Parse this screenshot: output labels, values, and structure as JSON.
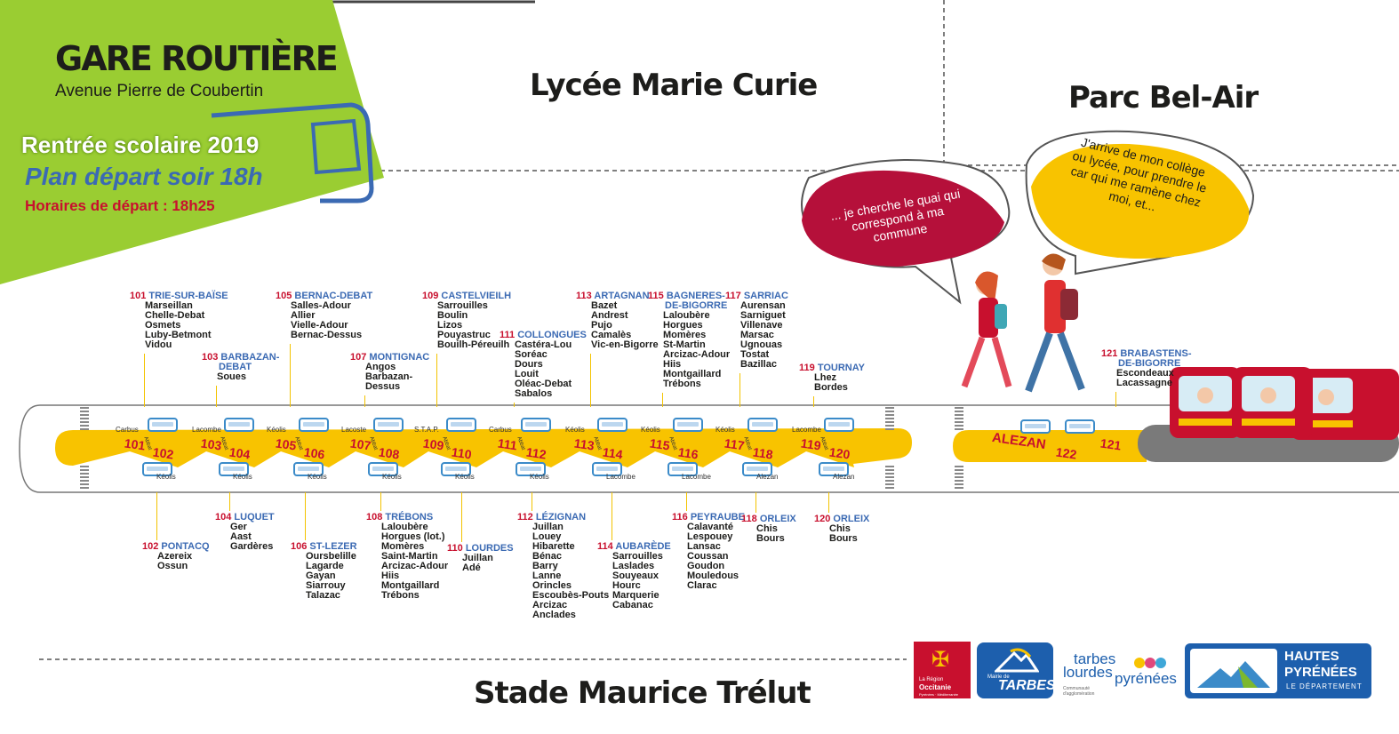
{
  "header": {
    "title": "GARE ROUTIÈRE",
    "subtitle": "Avenue Pierre de Coubertin",
    "rentree": "Rentrée scolaire 2019",
    "plan": "Plan départ soir 18h",
    "horaires": "Horaires de départ : 18h25"
  },
  "places": {
    "lycee": "Lycée Marie Curie",
    "parc": "Parc Bel-Air",
    "stade": "Stade Maurice Trélut",
    "alezan": "ALEZAN"
  },
  "bubbles": {
    "red": "... je cherche le quai qui correspond à ma commune",
    "yellow": "J'arrive de mon collège ou lycée, pour prendre le car qui me ramène chez moi, et..."
  },
  "top_routes": [
    {
      "num": "101",
      "name": "TRIE-SUR-BAÏSE",
      "stops": [
        "Marseillan",
        "Chelle-Debat",
        "Osmets",
        "Luby-Betmont",
        "Vidou"
      ]
    },
    {
      "num": "103",
      "name": "BARBAZAN-",
      "name2": "DEBAT",
      "stops": [
        "Soues"
      ]
    },
    {
      "num": "105",
      "name": "BERNAC-DEBAT",
      "stops": [
        "Salles-Adour",
        "Allier",
        "Vielle-Adour",
        "Bernac-Dessus"
      ]
    },
    {
      "num": "107",
      "name": "MONTIGNAC",
      "stops": [
        "Angos",
        "Barbazan-",
        "Dessus"
      ]
    },
    {
      "num": "109",
      "name": "CASTELVIEILH",
      "stops": [
        "Sarrouilles",
        "Boulin",
        "Lizos",
        "Pouyastruc",
        "Bouilh-Péreuilh"
      ]
    },
    {
      "num": "111",
      "name": "COLLONGUES",
      "stops": [
        "Castéra-Lou",
        "Soréac",
        "Dours",
        "Louit",
        "Oléac-Debat",
        "Sabalos"
      ]
    },
    {
      "num": "113",
      "name": "ARTAGNAN",
      "stops": [
        "Bazet",
        "Andrest",
        "Pujo",
        "Camalès",
        "Vic-en-Bigorre"
      ]
    },
    {
      "num": "115",
      "name": "BAGNERES-",
      "name2": "DE-BIGORRE",
      "stops": [
        "Laloubère",
        "Horgues",
        "Momères",
        "St-Martin",
        "Arcizac-Adour",
        "Hiis",
        "Montgaillard",
        "Trébons"
      ]
    },
    {
      "num": "117",
      "name": "SARRIAC",
      "stops": [
        "Aurensan",
        "Sarniguet",
        "Villenave",
        "Marsac",
        "Ugnouas",
        "Tostat",
        "Bazillac"
      ]
    },
    {
      "num": "119",
      "name": "TOURNAY",
      "stops": [
        "Lhez",
        "Bordes"
      ]
    },
    {
      "num": "121",
      "name": "BRABASTENS-",
      "name2": "DE-BIGORRE",
      "stops": [
        "Escondeaux",
        "Lacassagne"
      ]
    }
  ],
  "bottom_routes": [
    {
      "num": "102",
      "name": "PONTACQ",
      "stops": [
        "Azereix",
        "Ossun"
      ]
    },
    {
      "num": "104",
      "name": "LUQUET",
      "stops": [
        "Ger",
        "Aast",
        "Gardères"
      ]
    },
    {
      "num": "106",
      "name": "ST-LEZER",
      "stops": [
        "Oursbelille",
        "Lagarde",
        "Gayan",
        "Siarrouy",
        "Talazac"
      ]
    },
    {
      "num": "108",
      "name": "TRÉBONS",
      "stops": [
        "Laloubère",
        "Horgues (lot.)",
        "Momères",
        "Saint-Martin",
        "Arcizac-Adour",
        "Hiis",
        "Montgaillard",
        "Trébons"
      ]
    },
    {
      "num": "110",
      "name": "LOURDES",
      "stops": [
        "Juillan",
        "Adé"
      ]
    },
    {
      "num": "112",
      "name": "LÉZIGNAN",
      "stops": [
        "Juillan",
        "Louey",
        "Hibarette",
        "Bénac",
        "Barry",
        "Lanne",
        "Orincles",
        "Escoubès-Pouts",
        "Arcizac",
        "Anclades"
      ]
    },
    {
      "num": "114",
      "name": "AUBARÈDE",
      "stops": [
        "Sarrouilles",
        "Laslades",
        "Souyeaux",
        "Hourc",
        "Marquerie",
        "Cabanac"
      ]
    },
    {
      "num": "116",
      "name": "PEYRAUBE",
      "stops": [
        "Calavanté",
        "Lespouey",
        "Lansac",
        "Coussan",
        "Goudon",
        "Mouledous",
        "Clarac"
      ]
    },
    {
      "num": "118",
      "name": "ORLEIX",
      "stops": [
        "Chis",
        "Bours"
      ]
    },
    {
      "num": "120",
      "name": "ORLEIX",
      "stops": [
        "Chis",
        "Bours"
      ]
    }
  ],
  "quais": {
    "top_nums": [
      "101",
      "103",
      "105",
      "107",
      "109",
      "111",
      "113",
      "115",
      "117",
      "119"
    ],
    "bottom_nums": [
      "102",
      "104",
      "106",
      "108",
      "110",
      "112",
      "114",
      "116",
      "118",
      "120"
    ],
    "top_ops": [
      "Carbus",
      "Lacombe",
      "Kéolis",
      "Lacoste",
      "S.T.A.P.",
      "Carbus",
      "Kéolis",
      "Kéolis",
      "Kéolis",
      "Lacombe"
    ],
    "bottom_ops": [
      "Kéolis",
      "Kéolis",
      "Kéolis",
      "Kéolis",
      "Kéolis",
      "Kéolis",
      "Lacombe",
      "Lacombe",
      "Alezan",
      "Alezan"
    ],
    "right_nums": [
      "122",
      "121"
    ],
    "abri": "Abbat"
  },
  "logos": {
    "region1": "La Région",
    "region2": "Occitanie",
    "region3": "Pyrénées · Méditerranée",
    "tarbes1": "Mairie de",
    "tarbes2": "TARBES",
    "tlp1": "tarbes",
    "tlp2": "lourdes",
    "tlp3": "pyrénées",
    "tlp4": "Communauté d'agglomération",
    "hp1": "HAUTES",
    "hp2": "PYRÉNÉES",
    "hp3": "LE DÉPARTEMENT"
  },
  "colors": {
    "green": "#9acd32",
    "yellow": "#f8c300",
    "red": "#c8102e",
    "blue": "#3b6ab3",
    "bubble_red": "#b5103a"
  }
}
